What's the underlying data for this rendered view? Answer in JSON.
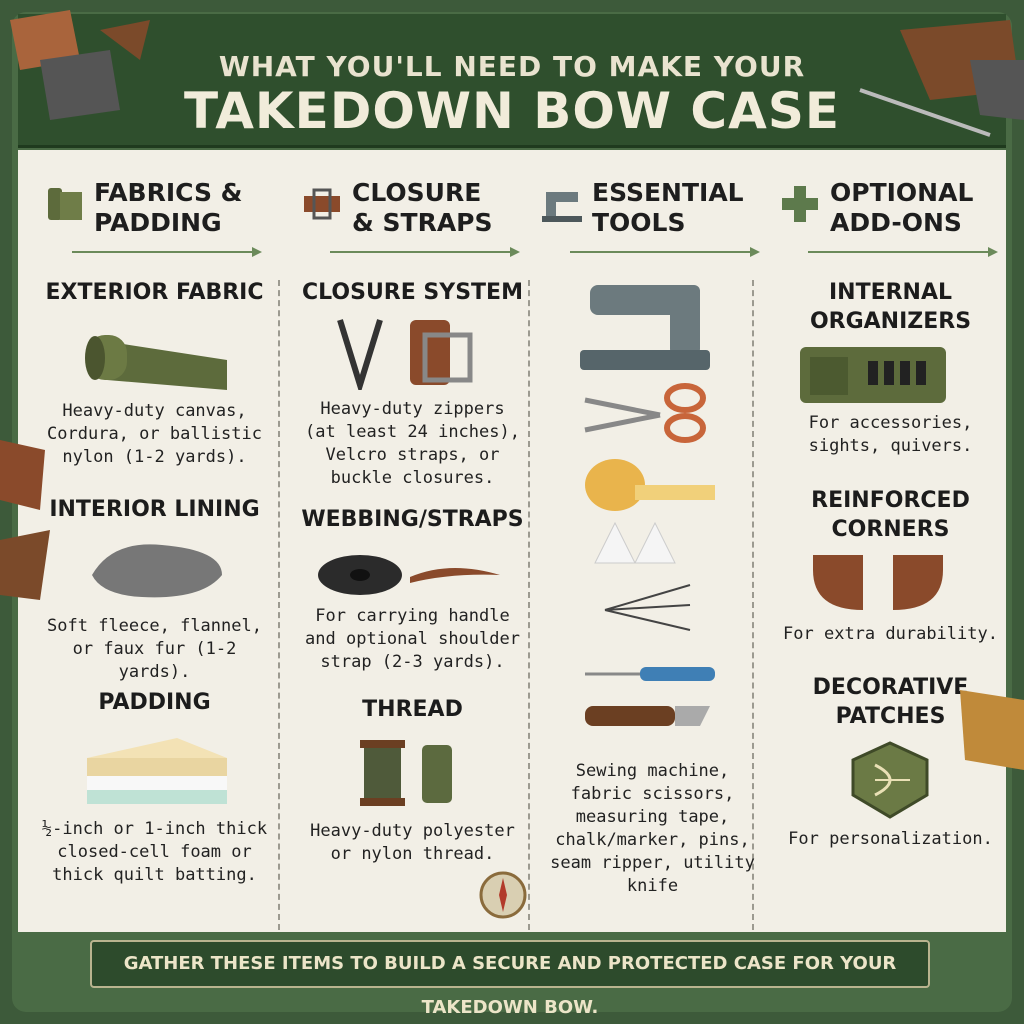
{
  "header": {
    "subtitle": "WHAT YOU'LL NEED TO MAKE YOUR",
    "title": "TAKEDOWN BOW CASE"
  },
  "columns": [
    {
      "heading": "FABRICS &\nPADDING",
      "icon": "fabric-roll-icon",
      "sections": [
        {
          "title": "EXTERIOR FABRIC",
          "desc": "Heavy-duty canvas,\nCordura, or ballistic\nnylon (1-2 yards)."
        },
        {
          "title": "INTERIOR LINING",
          "desc": "Soft fleece, flannel,\nor faux fur (1-2 yards)."
        },
        {
          "title": "PADDING",
          "desc": "½-inch or 1-inch thick\nclosed-cell foam or\nthick quilt batting."
        }
      ]
    },
    {
      "heading": "CLOSURE\n& STRAPS",
      "icon": "buckle-icon",
      "sections": [
        {
          "title": "CLOSURE SYSTEM",
          "desc": "Heavy-duty zippers\n(at least 24 inches),\nVelcro straps, or\nbuckle closures."
        },
        {
          "title": "WEBBING/STRAPS",
          "desc": "For carrying handle\nand optional shoulder\nstrap (2-3 yards)."
        },
        {
          "title": "THREAD",
          "desc": "Heavy-duty polyester\nor nylon thread."
        }
      ]
    },
    {
      "heading": "ESSENTIAL\nTOOLS",
      "icon": "sewing-machine-icon",
      "sections": [
        {
          "title": "",
          "desc": "Sewing machine,\nfabric scissors,\nmeasuring tape,\nchalk/marker, pins,\nseam ripper, utility\nknife"
        }
      ]
    },
    {
      "heading": "OPTIONAL\nADD-ONS",
      "icon": "plus-icon",
      "sections": [
        {
          "title": "INTERNAL\nORGANIZERS",
          "desc": "For accessories,\nsights, quivers."
        },
        {
          "title": "REINFORCED\nCORNERS",
          "desc": "For extra durability."
        },
        {
          "title": "DECORATIVE\nPATCHES",
          "desc": "For personalization."
        }
      ]
    }
  ],
  "footer": "GATHER THESE ITEMS TO BUILD A SECURE AND PROTECTED CASE FOR YOUR TAKEDOWN BOW.",
  "colors": {
    "header_green": "#2f4f2d",
    "paper": "#f2efe6",
    "accent_green": "#5d7a4c",
    "leather": "#8a4a2b"
  }
}
